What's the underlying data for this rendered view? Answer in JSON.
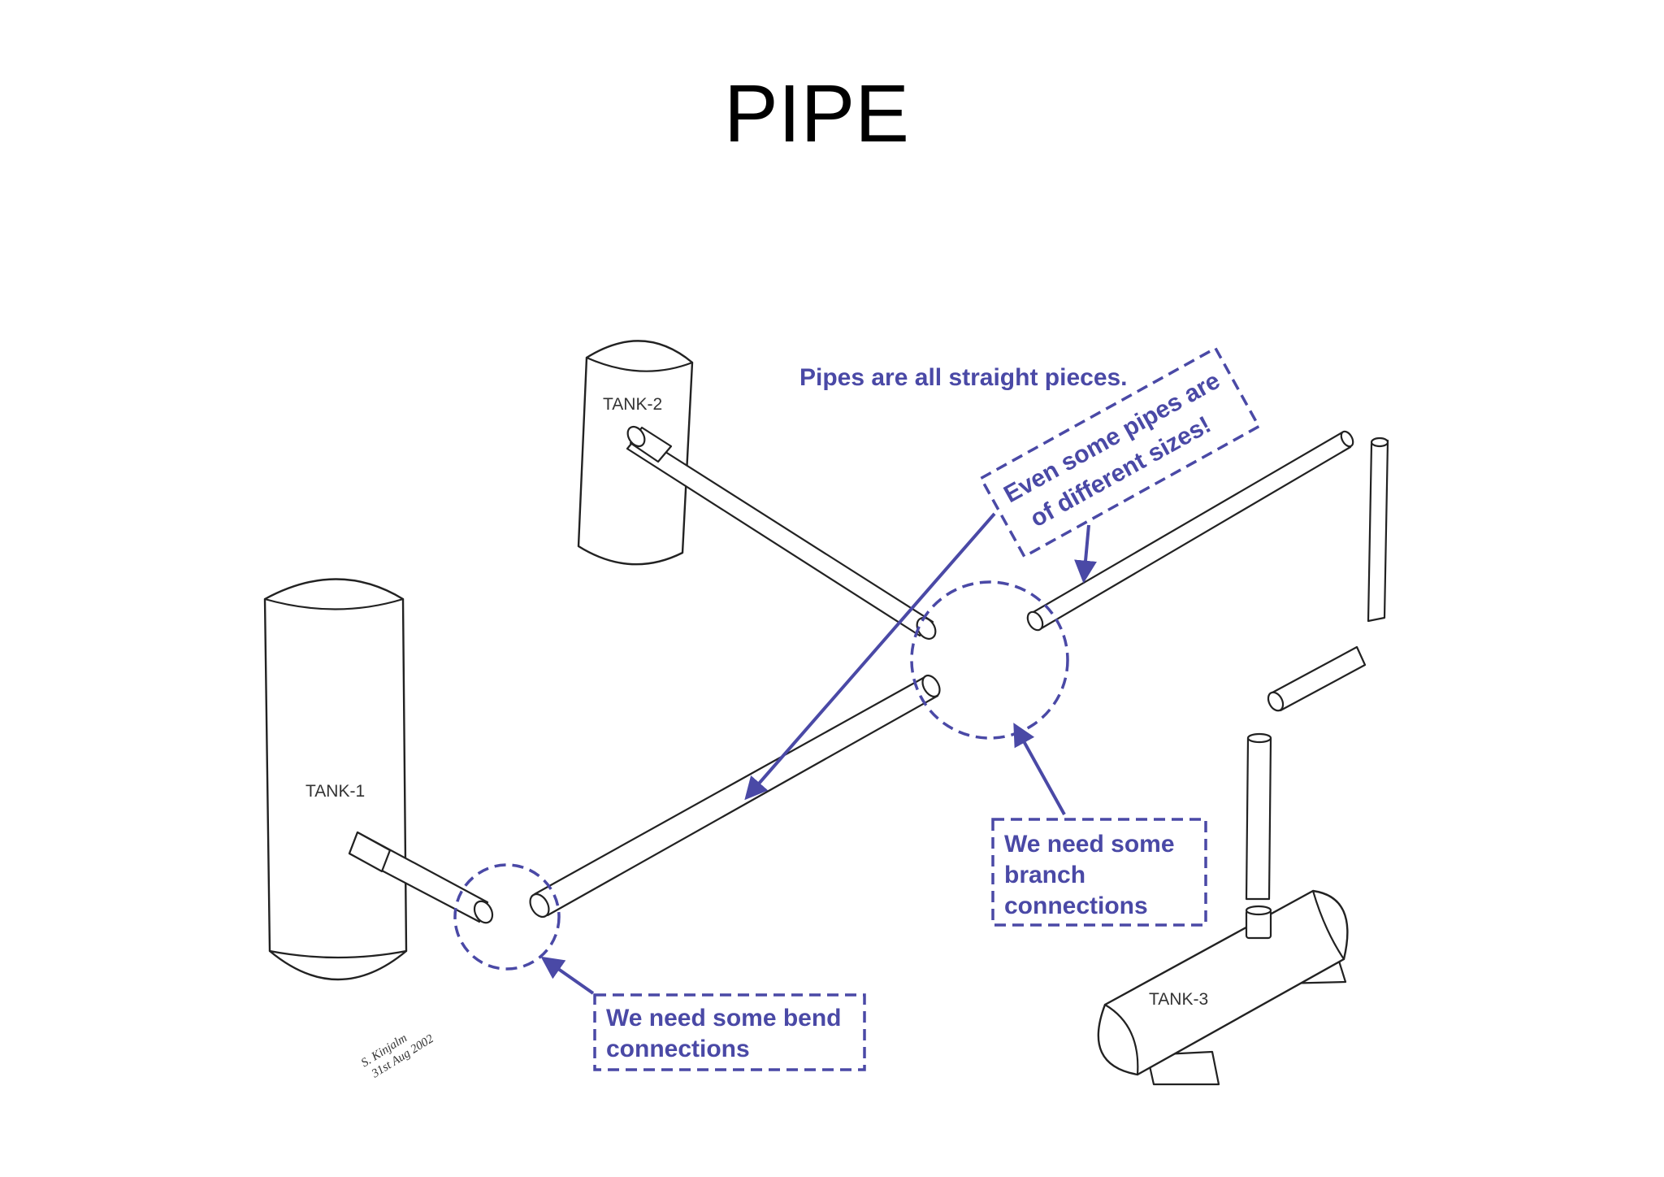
{
  "slide": {
    "title": "PIPE"
  },
  "tanks": {
    "tank1": "TANK-1",
    "tank2": "TANK-2",
    "tank3": "TANK-3"
  },
  "annotations": {
    "straight": "Pipes are all straight pieces.",
    "sizes_line1": "Even some pipes are",
    "sizes_line2": "of different sizes!",
    "branch_line1": "We need some",
    "branch_line2": "branch",
    "branch_line3": "connections",
    "bend_line1": "We need some bend",
    "bend_line2": "connections"
  },
  "signature": {
    "line1": "S. Kinjalm",
    "line2": "31st Aug 2002"
  },
  "colors": {
    "annotation": "#4a49a6",
    "ink": "#222222"
  }
}
